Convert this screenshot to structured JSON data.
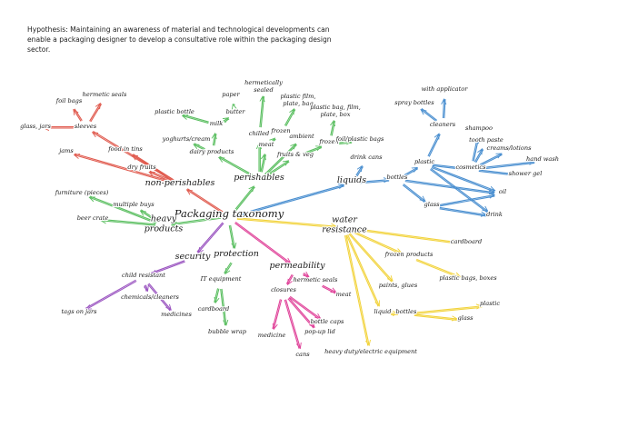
{
  "hypothesis": "Hypothesis: Maintaining an awareness of material and technological developments can enable a packaging designer to develop a consultative role within the packaging design sector.",
  "colors": {
    "red": "#e05a4e",
    "green": "#5cbf62",
    "blue": "#4a8fd0",
    "yellow": "#f2d33c",
    "pink": "#e0449a",
    "purple": "#9a54c0"
  },
  "nodes": {
    "root": "Packaging taxonomy",
    "nonperish": "non-perishables",
    "foil_bags": "foil bags",
    "hermetic_seals": "hermetic seals",
    "glass_jars": "glass, jars",
    "sleeves": "sleeves",
    "jams": "jams",
    "food_tins": "food in tins",
    "dry_fruits": "dry fruits",
    "perishables": "perishables",
    "hermetically_sealed": "hermetically sealed",
    "paper": "paper",
    "plastic_bottle": "plastic bottle",
    "butter": "butter",
    "milk": "milk",
    "yoghurts": "yoghurts/cream",
    "dairy": "dairy products",
    "chilled": "chilled",
    "frozen1": "frozen",
    "meat": "meat",
    "plastic_film": "plastic film, plate, bag",
    "ambient": "ambient",
    "plastic_bag_film": "plastic bag, film, plate, box",
    "frozen2": "frozen",
    "foil_plastic_bags": "foil/plastic bags",
    "fruits_veg": "fruits & veg",
    "liquids": "liquids",
    "drink_cans": "drink cans",
    "bottles": "bottles",
    "with_applicator": "with applicator",
    "spray_bottles": "spray bottles",
    "cleaners": "cleaners",
    "shampoo": "shampoo",
    "tooth_paste": "tooth paste",
    "creams": "creams/lotions",
    "plastic_l": "plastic",
    "cosmetics": "cosmetics",
    "hand_wash": "hand wash",
    "shower_gel": "shower gel",
    "oil": "oil",
    "glass_l": "glass",
    "drink": "drink",
    "heavy": "heavy products",
    "furniture": "furniture (pieces)",
    "multiple_buys": "multiple buys",
    "beer_crate": "beer crate",
    "security": "security",
    "child_resistant": "child resistant",
    "chemicals": "chemicals/cleaners",
    "tags_on_jars": "tags on jars",
    "medicines": "medicines",
    "protection": "protection",
    "it_equipment": "IT equipment",
    "cardboard_p": "cardboard",
    "bubble_wrap": "bubble wrap",
    "permeability": "permeability",
    "hermetic_seals2": "hermetic seals",
    "meat2": "meat",
    "closures": "closures",
    "medicine": "medicine",
    "cans": "cans",
    "pop_up_lid": "pop-up lid",
    "bottle_caps": "bottle caps",
    "water_resistance": "water resistance",
    "cardboard_w": "cardboard",
    "frozen_products": "frozen products",
    "plastic_bags_boxes": "plastic bags, boxes",
    "paints": "paints, glues",
    "liquid": "liquid",
    "bottles_w": "bottles",
    "plastic_w": "plastic",
    "glass_w": "glass",
    "heavy_duty": "heavy duty/electric equipment"
  }
}
